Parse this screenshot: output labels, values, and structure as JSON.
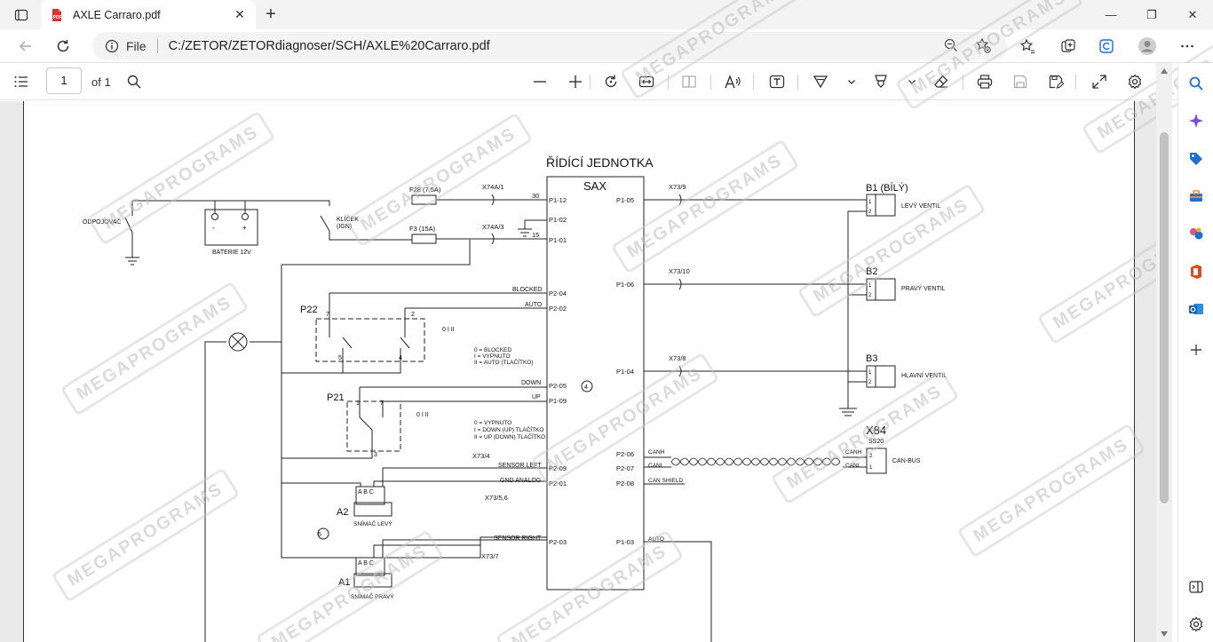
{
  "browser": {
    "tab_title": "AXLE Carraro.pdf",
    "address_scheme": "File",
    "address_url": "C:/ZETOR/ZETORdiagnoser/SCH/AXLE%20Carraro.pdf"
  },
  "pdf_toolbar": {
    "page_number": "1",
    "page_count_label": "of 1"
  },
  "watermark_text": "MEGAPROGRAMS",
  "schematic": {
    "title": "ŘÍDÍCÍ JEDNOTKA",
    "unit_name": "SAX",
    "labels": {
      "odpojovac": "ODPOJOVAČ",
      "baterie": "BATERIE 12V",
      "minus": "-",
      "plus": "+",
      "klicek": "KLÍČEK",
      "ign": "(IGN)",
      "f28": "F28 (7,5A)",
      "f3": "F3 (15A)",
      "x74a1": "X74A/1",
      "x74a3": "X74A/3",
      "n30": "30",
      "n15": "15",
      "p1_12": "P1-12",
      "p1_02": "P1-02",
      "p1_01": "P1-01",
      "p2_04": "P2-04",
      "p2_02": "P2-02",
      "p2_05": "P2-05",
      "p1_09": "P1-09",
      "p2_09": "P2-09",
      "p2_01": "P2-01",
      "p2_03": "P2-03",
      "p1_05": "P1-05",
      "p1_06": "P1-06",
      "p1_04": "P1-04",
      "p2_06": "P2-06",
      "p2_07": "P2-07",
      "p2_08": "P2-08",
      "p1_03": "P1-03",
      "blocked": "BLOCKED",
      "auto": "AUTO",
      "down": "DOWN",
      "up": "UP",
      "sensor_left": "SENSOR LEFT",
      "gnd_analog": "GND ANALOG",
      "sensor_right": "SENSOR RIGHT",
      "x73_4": "X73/4",
      "x73_56": "X73/5,6",
      "x73_7": "X73/7",
      "x73_9": "X73/9",
      "x73_10": "X73/10",
      "x73_8": "X73/8",
      "p22": "P22",
      "p21": "P21",
      "p22_legend_0": "0 = BLOCKED",
      "p22_legend_1": "I = VYPNUTO",
      "p22_legend_2": "II = AUTO (TLAČÍTKO)",
      "p21_legend_0": "0 = VYPNUTO",
      "p21_legend_1": "I = DOWN (UP) TLAČÍTKO",
      "p21_legend_2": "II = UP (DOWN) TLAČÍTKO",
      "sw_pos": "0  I  II",
      "a2": "A2",
      "a1": "A1",
      "snimac_levy": "SNÍMAČ LEVÝ",
      "snimac_pravy": "SNÍMAČ PRAVÝ",
      "abc": "A B C",
      "b1": "B1 (BÍLÝ)",
      "b2": "B2",
      "b3": "B3",
      "levy_ventil": "LEVÝ VENTIL",
      "pravy_ventil": "PRAVÝ VENTIL",
      "hlavni_ventil": "HLAVNÍ VENTIL",
      "x84": "X84",
      "ss20": "SS20",
      "canh": "CANH",
      "canl": "CANL",
      "can_shield": "CAN SHIELD",
      "can_bus": "CAN-BUS",
      "pin1": "1",
      "pin2": "2",
      "pin3": "3",
      "pin4": "4",
      "pin5": "5",
      "pin7": "7",
      "auto_out": "AUTO",
      "circ4": "4",
      "circ5": "5"
    }
  }
}
